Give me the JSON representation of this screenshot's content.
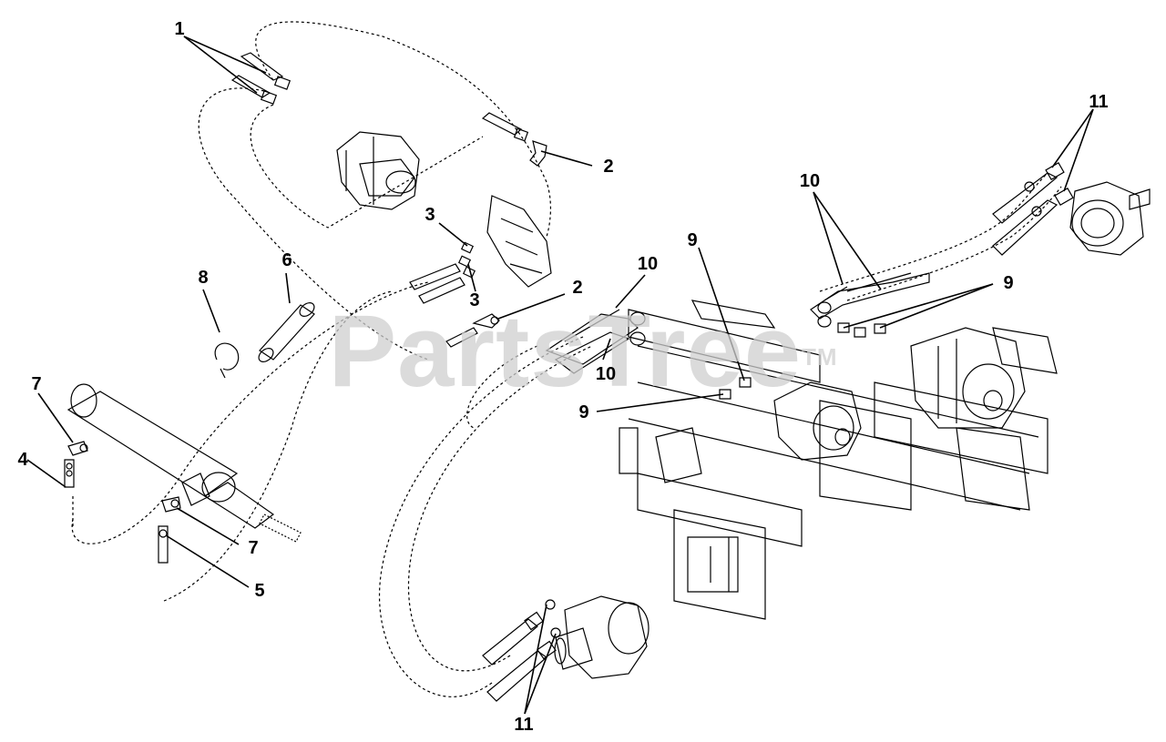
{
  "watermark": {
    "text": "PartsTree",
    "mark": "TM"
  },
  "callouts": [
    {
      "id": "c1",
      "text": "1"
    },
    {
      "id": "c2a",
      "text": "2"
    },
    {
      "id": "c2b",
      "text": "2"
    },
    {
      "id": "c3a",
      "text": "3"
    },
    {
      "id": "c3b",
      "text": "3"
    },
    {
      "id": "c4",
      "text": "4"
    },
    {
      "id": "c5",
      "text": "5"
    },
    {
      "id": "c6",
      "text": "6"
    },
    {
      "id": "c7a",
      "text": "7"
    },
    {
      "id": "c7b",
      "text": "7"
    },
    {
      "id": "c8",
      "text": "8"
    },
    {
      "id": "c9a",
      "text": "9"
    },
    {
      "id": "c9b",
      "text": "9"
    },
    {
      "id": "c9c",
      "text": "9"
    },
    {
      "id": "c10a",
      "text": "10"
    },
    {
      "id": "c10b",
      "text": "10"
    },
    {
      "id": "c10c",
      "text": "10"
    },
    {
      "id": "c11a",
      "text": "11"
    },
    {
      "id": "c11b",
      "text": "11"
    }
  ],
  "colors": {
    "line": "#000000",
    "background": "#ffffff",
    "watermark": "#cfcfcf"
  }
}
